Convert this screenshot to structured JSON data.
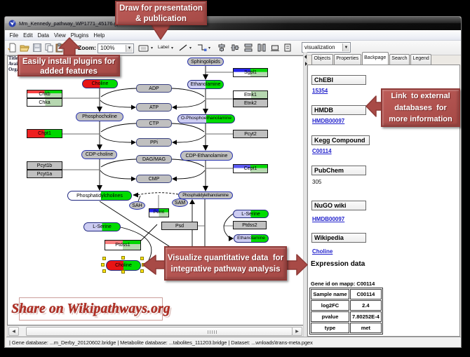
{
  "window": {
    "title": "Mm_Kennedy_pathway_WP1771_45176.gpml"
  },
  "menu": {
    "items": [
      "File",
      "Edit",
      "Data",
      "View",
      "Plugins",
      "Help"
    ]
  },
  "toolbar": {
    "zoom_label": "Zoom:",
    "zoom_value": "100%",
    "label_tool": "Label",
    "visualization_value": "visualization",
    "icons": [
      "new-file",
      "open-folder",
      "save",
      "copy",
      "paste",
      "datanode-tool",
      "label-tool",
      "line-tool",
      "connector-tool",
      "align-center",
      "align-middle",
      "distribute-horizontal",
      "distribute-vertical",
      "common-size",
      "stack"
    ]
  },
  "callouts": {
    "draw": {
      "lines": [
        "Draw for presentation",
        "& publication"
      ]
    },
    "plugins": {
      "lines": [
        "Easily install plugins for",
        "added features"
      ]
    },
    "link": {
      "lines": [
        "Link  to external",
        "databases  for",
        "more information"
      ]
    },
    "visualize": {
      "lines": [
        "Visualize quantitative data  for",
        "integrative pathway analysis"
      ]
    }
  },
  "banner": {
    "text": "Share on Wikipathways.org"
  },
  "canvas": {
    "info_labels": [
      "Title:",
      "Availability:",
      "Organism:"
    ],
    "nodes": {
      "choline_top": "Choline",
      "chkb": "Chkb",
      "chka": "Chka",
      "phosphocholine": "Phosphocholine",
      "chpt1": "Chpt1",
      "cdp_choline": "CDP-choline",
      "pcyt1b": "Pcyt1b",
      "pcyt1a": "Pcyt1a",
      "phosphatidylcholines": "Phosphatidylcholines",
      "sphingolipids": "Sphingolipids",
      "sgpl1": "Sgpl1",
      "ethanolamine": "Ethanolamine",
      "etnk1": "Etnk1",
      "etnk2": "Etnk2",
      "o_phosphoethanolamine": "O-Phosphoethanolamine",
      "pcyt2": "Pcyt2",
      "cdp_ethanolamine": "CDP-Ethanolamine",
      "cept1": "Cept1",
      "phosphatidylethanolamine": "Phosphatidylethanolamine",
      "adp": "ADP",
      "atp": "ATP",
      "ctp": "CTP",
      "ppi": "PPi",
      "dagmag": "DAG/MAG",
      "cmp": "CMP",
      "sah": "SAH",
      "sam": "SAM",
      "pemt": "Pemt",
      "psd": "Psd",
      "lserine_left": "L-Serine",
      "lserine_right": "L-Serine",
      "ptdss2": "Ptdss2",
      "ethanolamine_small": "Ethanolamine",
      "ptdss1": "Ptdss1",
      "choline_selected": "Choline"
    }
  },
  "side_panel": {
    "tabs": [
      "Objects",
      "Properties",
      "Backpage",
      "Search",
      "Legend"
    ],
    "active_tab": "Backpage",
    "sections": [
      {
        "header": "ChEBI",
        "value": "15354",
        "is_link": true
      },
      {
        "header": "HMDB",
        "value": "HMDB00097",
        "is_link": true
      },
      {
        "header": "Kegg Compound",
        "value": "C00114",
        "is_link": true
      },
      {
        "header": "PubChem",
        "value": "305",
        "is_link": false
      },
      {
        "header": "NuGO wiki",
        "value": "HMDB00097",
        "is_link": true
      },
      {
        "header": "Wikipedia",
        "value": "Choline",
        "is_link": true
      }
    ],
    "expression": {
      "heading": "Expression data",
      "gene_id_line": "Gene id on mapp: C00114",
      "table": {
        "rows": [
          [
            "Sample name",
            "C00114"
          ],
          [
            "log2FC",
            "2.4"
          ],
          [
            "pvalue",
            "7.80252E-4"
          ],
          [
            "type",
            "met"
          ]
        ]
      }
    }
  },
  "status_bar": {
    "text": "| Gene database: ...m_Derby_20120602.bridge | Metabolite database: ...tabolites_111203.bridge | Dataset: ...wnloads\\trans-meta.pgex"
  },
  "colors": {
    "callout_fill": "#b35551",
    "callout_border": "#8e3a37",
    "selection_handle": "#ffe400",
    "link_blue": "#2222cc",
    "expr_red": "#e81414",
    "expr_green": "#00d600",
    "expr_blue": "#2424ea",
    "node_gray": "#c0c0c0",
    "banner_red": "#b6342a"
  }
}
